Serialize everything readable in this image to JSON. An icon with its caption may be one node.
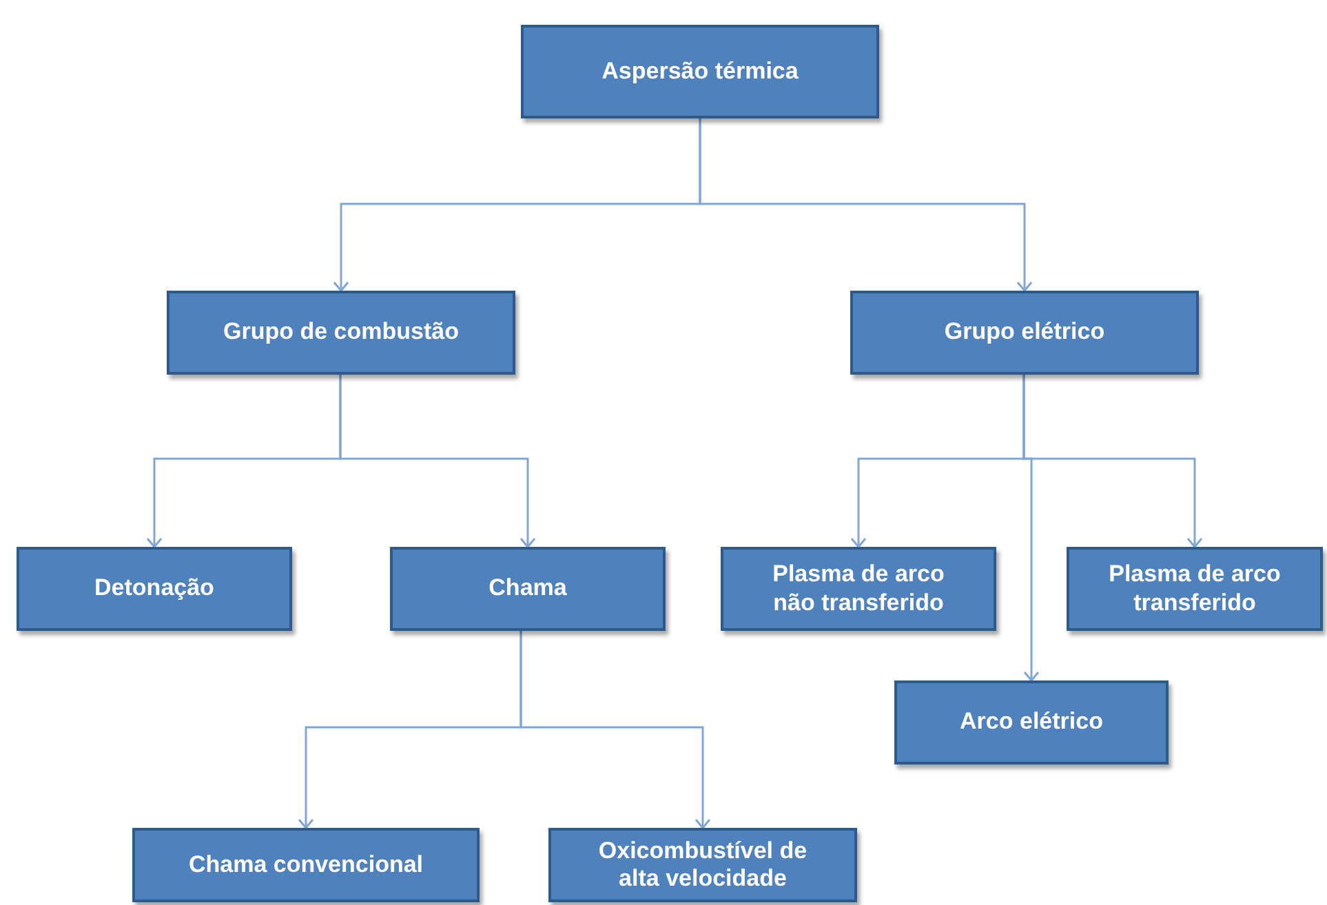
{
  "diagram": {
    "nodes": [
      {
        "text": [
          "Aspersão térmica"
        ]
      },
      {
        "text": [
          "Grupo de combustão"
        ]
      },
      {
        "text": [
          "Grupo elétrico"
        ]
      },
      {
        "text": [
          "Detonação"
        ]
      },
      {
        "text": [
          "Chama"
        ]
      },
      {
        "text": [
          "Plasma de arco não transferido"
        ]
      },
      {
        "text": [
          "Plasma de arco transferido"
        ]
      },
      {
        "text": [
          "Arco elétrico"
        ]
      },
      {
        "text": [
          "Chama convencional"
        ]
      },
      {
        "text": [
          "Oxicombustível de alta velocidade"
        ]
      }
    ],
    "edges": [
      {
        "from": 0,
        "to": 1,
        "arrow": "to"
      },
      {
        "from": 0,
        "to": 2,
        "arrow": "to"
      },
      {
        "from": 1,
        "to": 3,
        "arrow": "to"
      },
      {
        "from": 1,
        "to": 4,
        "arrow": "to"
      },
      {
        "from": 2,
        "to": 5,
        "arrow": "to"
      },
      {
        "from": 2,
        "to": 6,
        "arrow": "to"
      },
      {
        "from": 2,
        "to": 7,
        "arrow": "to"
      },
      {
        "from": 4,
        "to": 8,
        "arrow": "to"
      },
      {
        "from": 4,
        "to": 9,
        "arrow": "to"
      }
    ]
  }
}
